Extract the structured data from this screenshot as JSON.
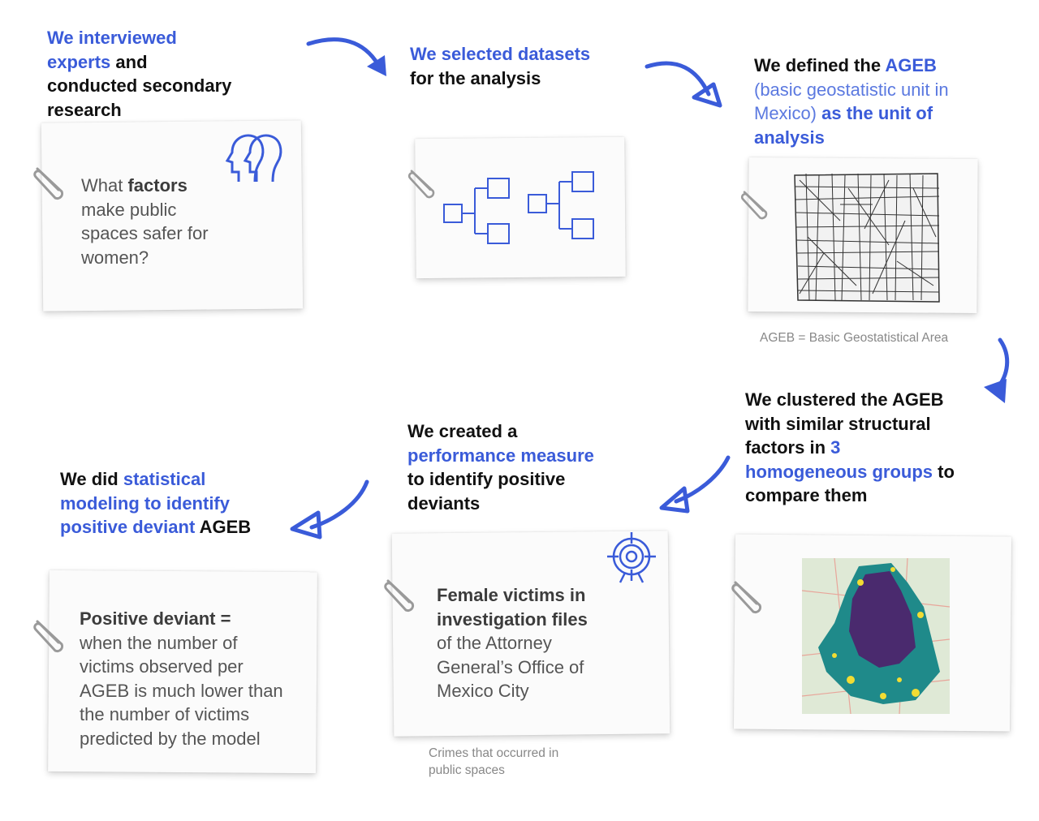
{
  "steps": {
    "s1": {
      "h_a": "We interviewed",
      "h_b": "experts",
      "h_c": " and",
      "h_d": "conducted secondary",
      "h_e": "research",
      "card_a": "What ",
      "card_b": "factors",
      "card_c": "make public",
      "card_d": "spaces safer for",
      "card_e": "women?",
      "icon": "two-heads-icon"
    },
    "s2": {
      "h_a": "We selected datasets",
      "h_b": "for the analysis",
      "icon": "dataset-tree-icon"
    },
    "s3": {
      "h_a": "We defined the ",
      "h_b": "AGEB",
      "h_c": "(basic geostatistic unit in",
      "h_d": "Mexico)",
      "h_e": " as the unit of",
      "h_f": "analysis",
      "caption": "AGEB = Basic Geostatistical Area",
      "image": "ageb-map"
    },
    "s4": {
      "h_a": "We clustered the AGEB",
      "h_b": "with similar structural",
      "h_c": "factors in ",
      "h_d": "3",
      "h_e": "homogeneous groups",
      "h_f": " to",
      "h_g": "compare them",
      "image": "cluster-map"
    },
    "s5": {
      "h_a": "We created a",
      "h_b": "performance measure",
      "h_c": "to identify positive",
      "h_d": "deviants",
      "card_a": "Female victims in",
      "card_b": "investigation files",
      "card_c": "of the Attorney",
      "card_d": "General’s Office of",
      "card_e": "Mexico City",
      "caption_a": "Crimes that occurred in",
      "caption_b": "public spaces",
      "icon": "target-icon"
    },
    "s6": {
      "h_a": "We did ",
      "h_b": "statistical",
      "h_c": "modeling to identify",
      "h_d": "positive deviant",
      "h_e": " AGEB",
      "card_a": "Positive deviant =",
      "card_b": "when the number of",
      "card_c": "victims observed per",
      "card_d": "AGEB is much lower than",
      "card_e": "the number of victims",
      "card_f": "predicted by the model"
    }
  },
  "colors": {
    "accent": "#3a5bd9",
    "text": "#111111",
    "card_text": "#555555",
    "caption": "#888888"
  }
}
